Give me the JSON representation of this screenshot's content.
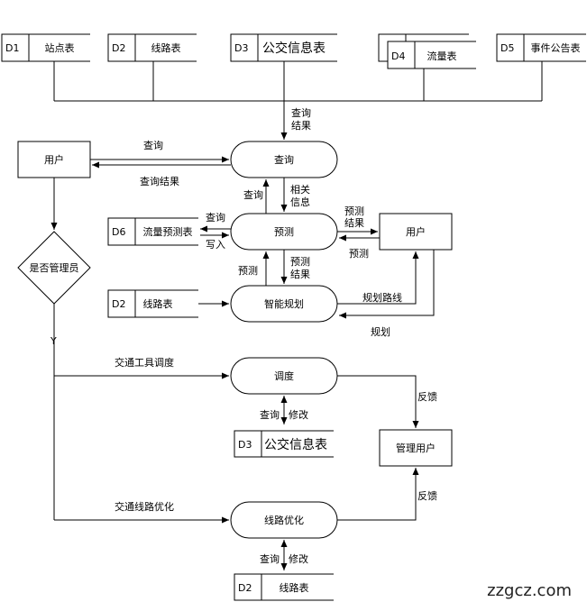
{
  "data_stores": {
    "d1": {
      "id": "D1",
      "name": "站点表"
    },
    "d2_top": {
      "id": "D2",
      "name": "线路表"
    },
    "d3_top": {
      "id": "D3",
      "name": "公交信息表"
    },
    "d4": {
      "id": "D4",
      "name": "流量表"
    },
    "d5": {
      "id": "D5",
      "name": "事件公告表"
    },
    "d6": {
      "id": "D6",
      "name": "流量预测表"
    },
    "d2_mid": {
      "id": "D2",
      "name": "线路表"
    },
    "d3_mid": {
      "id": "D3",
      "name": "公交信息表"
    },
    "d2_bottom": {
      "id": "D2",
      "name": "线路表"
    }
  },
  "processes": {
    "query": "查询",
    "predict": "预测",
    "smart_plan": "智能规划",
    "dispatch": "调度",
    "route_opt": "线路优化"
  },
  "entities": {
    "user_left": "用户",
    "user_right": "用户",
    "admin_user": "管理用户"
  },
  "decision": {
    "label": "是否管理员",
    "yes_label": "Y"
  },
  "flow_labels": {
    "query_result_1": "查询",
    "query_result_2": "结果",
    "user_query": "查询",
    "query_result": "查询结果",
    "query_up": "查询",
    "related_1": "相关",
    "related_2": "信息",
    "d6_query": "查询",
    "d6_write": "写入",
    "predict_result_a1": "预测",
    "predict_result_a2": "结果",
    "predict_to_right": "预测",
    "predict_up": "预测",
    "predict_result_b1": "预测",
    "predict_result_b2": "结果",
    "plan_route": "规划路线",
    "plan": "规划",
    "transport_dispatch": "交通工具调度",
    "dispatch_query": "查询",
    "dispatch_modify": "修改",
    "feedback_1": "反馈",
    "feedback_2": "反馈",
    "route_optimize": "交通线路优化",
    "opt_query": "查询",
    "opt_modify": "修改"
  },
  "watermark": "zzgcz.com"
}
